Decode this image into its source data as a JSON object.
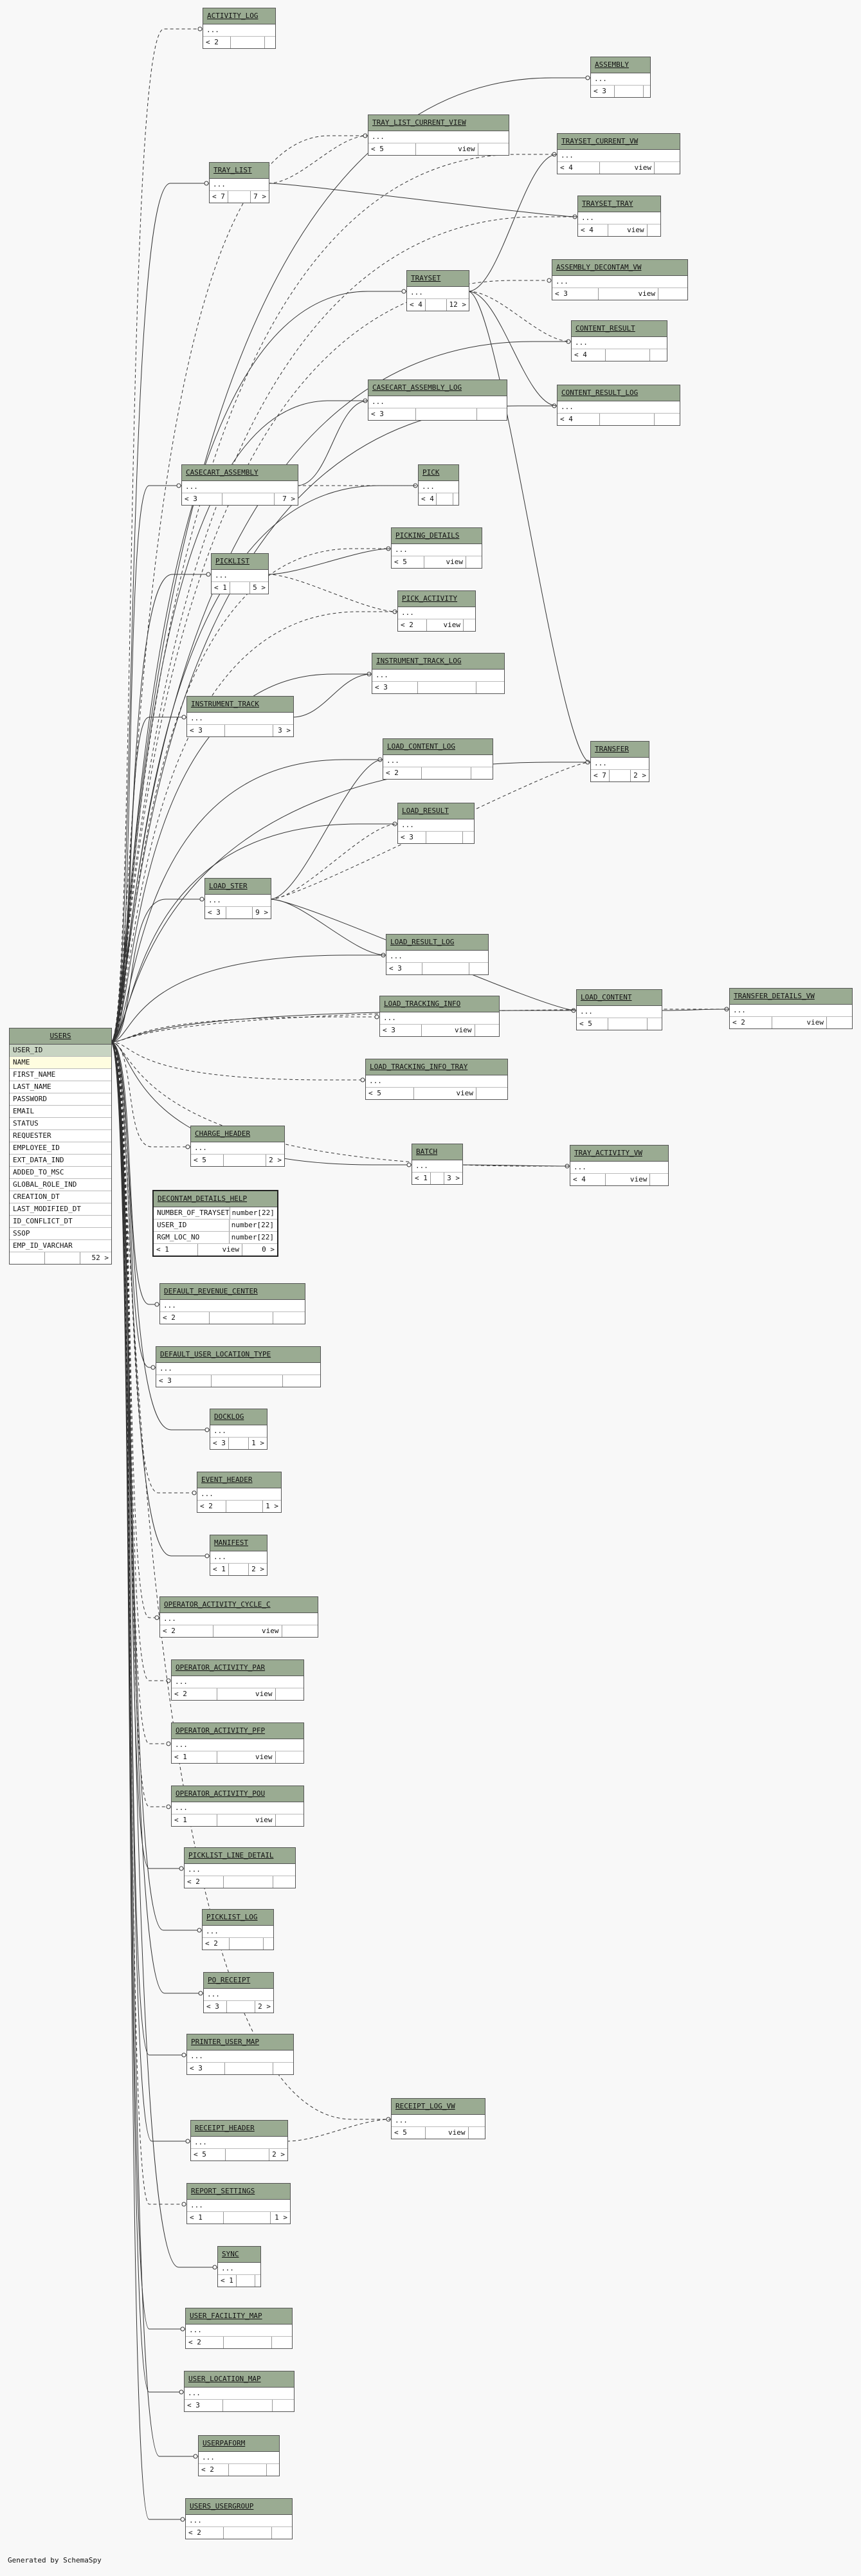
{
  "footer": "Generated by SchemaSpy",
  "users": {
    "name": "USERS",
    "columns": [
      "USER_ID",
      "NAME",
      "FIRST_NAME",
      "LAST_NAME",
      "PASSWORD",
      "EMAIL",
      "STATUS",
      "REQUESTER",
      "EMPLOYEE_ID",
      "EXT_DATA_IND",
      "ADDED_TO_MSC",
      "GLOBAL_ROLE_IND",
      "CREATION_DT",
      "LAST_MODIFIED_DT",
      "ID_CONFLICT_DT",
      "SSOP",
      "EMP_ID_VARCHAR"
    ],
    "children": "52 >"
  },
  "decon": {
    "name": "DECONTAM_DETAILS_HELP",
    "rows": [
      {
        "col": "NUMBER_OF_TRAYSET",
        "type": "number[22]"
      },
      {
        "col": "USER_ID",
        "type": "number[22]"
      },
      {
        "col": "RGM_LOC_NO",
        "type": "number[22]"
      }
    ],
    "parents": "< 1",
    "kind": "view",
    "children": "0 >"
  },
  "tables": [
    {
      "id": "activity_log",
      "name": "ACTIVITY_LOG",
      "body": "...",
      "parents": "< 2",
      "kind": "",
      "children": ""
    },
    {
      "id": "assembly",
      "name": "ASSEMBLY",
      "body": "...",
      "parents": "< 3",
      "kind": "",
      "children": ""
    },
    {
      "id": "tray_list_current_view",
      "name": "TRAY_LIST_CURRENT_VIEW",
      "body": "...",
      "parents": "< 5",
      "kind": "view",
      "children": ""
    },
    {
      "id": "trayset_current_vw",
      "name": "TRAYSET_CURRENT_VW",
      "body": "...",
      "parents": "< 4",
      "kind": "view",
      "children": ""
    },
    {
      "id": "tray_list",
      "name": "TRAY_LIST",
      "body": "...",
      "parents": "< 7",
      "kind": "",
      "children": "7 >"
    },
    {
      "id": "trayset_tray",
      "name": "TRAYSET_TRAY",
      "body": "...",
      "parents": "< 4",
      "kind": "view",
      "children": ""
    },
    {
      "id": "trayset",
      "name": "TRAYSET",
      "body": "...",
      "parents": "< 4",
      "kind": "",
      "children": "12 >"
    },
    {
      "id": "assembly_decontam_vw",
      "name": "ASSEMBLY_DECONTAM_VW",
      "body": "...",
      "parents": "< 3",
      "kind": "view",
      "children": ""
    },
    {
      "id": "content_result",
      "name": "CONTENT_RESULT",
      "body": "...",
      "parents": "< 4",
      "kind": "",
      "children": ""
    },
    {
      "id": "casecart_assembly_log",
      "name": "CASECART_ASSEMBLY_LOG",
      "body": "...",
      "parents": "< 3",
      "kind": "",
      "children": ""
    },
    {
      "id": "content_result_log",
      "name": "CONTENT_RESULT_LOG",
      "body": "...",
      "parents": "< 4",
      "kind": "",
      "children": ""
    },
    {
      "id": "casecart_assembly",
      "name": "CASECART_ASSEMBLY",
      "body": "...",
      "parents": "< 3",
      "kind": "",
      "children": "7 >"
    },
    {
      "id": "pick",
      "name": "PICK",
      "body": "...",
      "parents": "< 4",
      "kind": "",
      "children": ""
    },
    {
      "id": "picking_details",
      "name": "PICKING_DETAILS",
      "body": "...",
      "parents": "< 5",
      "kind": "view",
      "children": ""
    },
    {
      "id": "picklist",
      "name": "PICKLIST",
      "body": "...",
      "parents": "< 1",
      "kind": "",
      "children": "5 >"
    },
    {
      "id": "pick_activity",
      "name": "PICK_ACTIVITY",
      "body": "...",
      "parents": "< 2",
      "kind": "view",
      "children": ""
    },
    {
      "id": "instrument_track_log",
      "name": "INSTRUMENT_TRACK_LOG",
      "body": "...",
      "parents": "< 3",
      "kind": "",
      "children": ""
    },
    {
      "id": "instrument_track",
      "name": "INSTRUMENT_TRACK",
      "body": "...",
      "parents": "< 3",
      "kind": "",
      "children": "3 >"
    },
    {
      "id": "load_content_log",
      "name": "LOAD_CONTENT_LOG",
      "body": "...",
      "parents": "< 2",
      "kind": "",
      "children": ""
    },
    {
      "id": "transfer",
      "name": "TRANSFER",
      "body": "...",
      "parents": "< 7",
      "kind": "",
      "children": "2 >"
    },
    {
      "id": "load_result",
      "name": "LOAD_RESULT",
      "body": "...",
      "parents": "< 3",
      "kind": "",
      "children": ""
    },
    {
      "id": "load_ster",
      "name": "LOAD_STER",
      "body": "...",
      "parents": "< 3",
      "kind": "",
      "children": "9 >"
    },
    {
      "id": "load_result_log",
      "name": "LOAD_RESULT_LOG",
      "body": "...",
      "parents": "< 3",
      "kind": "",
      "children": ""
    },
    {
      "id": "load_tracking_info",
      "name": "LOAD_TRACKING_INFO",
      "body": "...",
      "parents": "< 3",
      "kind": "view",
      "children": ""
    },
    {
      "id": "load_content",
      "name": "LOAD_CONTENT",
      "body": "...",
      "parents": "< 5",
      "kind": "",
      "children": ""
    },
    {
      "id": "transfer_details_vw",
      "name": "TRANSFER_DETAILS_VW",
      "body": "...",
      "parents": "< 2",
      "kind": "view",
      "children": ""
    },
    {
      "id": "load_tracking_info_tray",
      "name": "LOAD_TRACKING_INFO_TRAY",
      "body": "...",
      "parents": "< 5",
      "kind": "view",
      "children": ""
    },
    {
      "id": "charge_header",
      "name": "CHARGE_HEADER",
      "body": "...",
      "parents": "< 5",
      "kind": "",
      "children": "2 >"
    },
    {
      "id": "batch",
      "name": "BATCH",
      "body": "...",
      "parents": "< 1",
      "kind": "",
      "children": "3 >"
    },
    {
      "id": "tray_activity_vw",
      "name": "TRAY_ACTIVITY_VW",
      "body": "...",
      "parents": "< 4",
      "kind": "view",
      "children": ""
    },
    {
      "id": "default_revenue_center",
      "name": "DEFAULT_REVENUE_CENTER",
      "body": "...",
      "parents": "< 2",
      "kind": "",
      "children": ""
    },
    {
      "id": "default_user_location_type",
      "name": "DEFAULT_USER_LOCATION_TYPE",
      "body": "...",
      "parents": "< 3",
      "kind": "",
      "children": ""
    },
    {
      "id": "docklog",
      "name": "DOCKLOG",
      "body": "...",
      "parents": "< 3",
      "kind": "",
      "children": "1 >"
    },
    {
      "id": "event_header",
      "name": "EVENT_HEADER",
      "body": "...",
      "parents": "< 2",
      "kind": "",
      "children": "1 >"
    },
    {
      "id": "manifest",
      "name": "MANIFEST",
      "body": "...",
      "parents": "< 1",
      "kind": "",
      "children": "2 >"
    },
    {
      "id": "operator_activity_cycle_c",
      "name": "OPERATOR_ACTIVITY_CYCLE_C",
      "body": "...",
      "parents": "< 2",
      "kind": "view",
      "children": ""
    },
    {
      "id": "operator_activity_par",
      "name": "OPERATOR_ACTIVITY_PAR",
      "body": "...",
      "parents": "< 2",
      "kind": "view",
      "children": ""
    },
    {
      "id": "operator_activity_pfp",
      "name": "OPERATOR_ACTIVITY_PFP",
      "body": "...",
      "parents": "< 1",
      "kind": "view",
      "children": ""
    },
    {
      "id": "operator_activity_pou",
      "name": "OPERATOR_ACTIVITY_POU",
      "body": "...",
      "parents": "< 1",
      "kind": "view",
      "children": ""
    },
    {
      "id": "picklist_line_detail",
      "name": "PICKLIST_LINE_DETAIL",
      "body": "...",
      "parents": "< 2",
      "kind": "",
      "children": ""
    },
    {
      "id": "picklist_log",
      "name": "PICKLIST_LOG",
      "body": "...",
      "parents": "< 2",
      "kind": "",
      "children": ""
    },
    {
      "id": "po_receipt",
      "name": "PO_RECEIPT",
      "body": "...",
      "parents": "< 3",
      "kind": "",
      "children": "2 >"
    },
    {
      "id": "printer_user_map",
      "name": "PRINTER_USER_MAP",
      "body": "...",
      "parents": "< 3",
      "kind": "",
      "children": ""
    },
    {
      "id": "receipt_log_vw",
      "name": "RECEIPT_LOG_VW",
      "body": "...",
      "parents": "< 5",
      "kind": "view",
      "children": ""
    },
    {
      "id": "receipt_header",
      "name": "RECEIPT_HEADER",
      "body": "...",
      "parents": "< 5",
      "kind": "",
      "children": "2 >"
    },
    {
      "id": "report_settings",
      "name": "REPORT_SETTINGS",
      "body": "...",
      "parents": "< 1",
      "kind": "",
      "children": "1 >"
    },
    {
      "id": "sync",
      "name": "SYNC",
      "body": "...",
      "parents": "< 1",
      "kind": "",
      "children": ""
    },
    {
      "id": "user_facility_map",
      "name": "USER_FACILITY_MAP",
      "body": "...",
      "parents": "< 2",
      "kind": "",
      "children": ""
    },
    {
      "id": "user_location_map",
      "name": "USER_LOCATION_MAP",
      "body": "...",
      "parents": "< 3",
      "kind": "",
      "children": ""
    },
    {
      "id": "userpaform",
      "name": "USERPAFORM",
      "body": "...",
      "parents": "< 2",
      "kind": "",
      "children": ""
    },
    {
      "id": "users_usergroup",
      "name": "USERS_USERGROUP",
      "body": "...",
      "parents": "< 2",
      "kind": "",
      "children": ""
    }
  ]
}
